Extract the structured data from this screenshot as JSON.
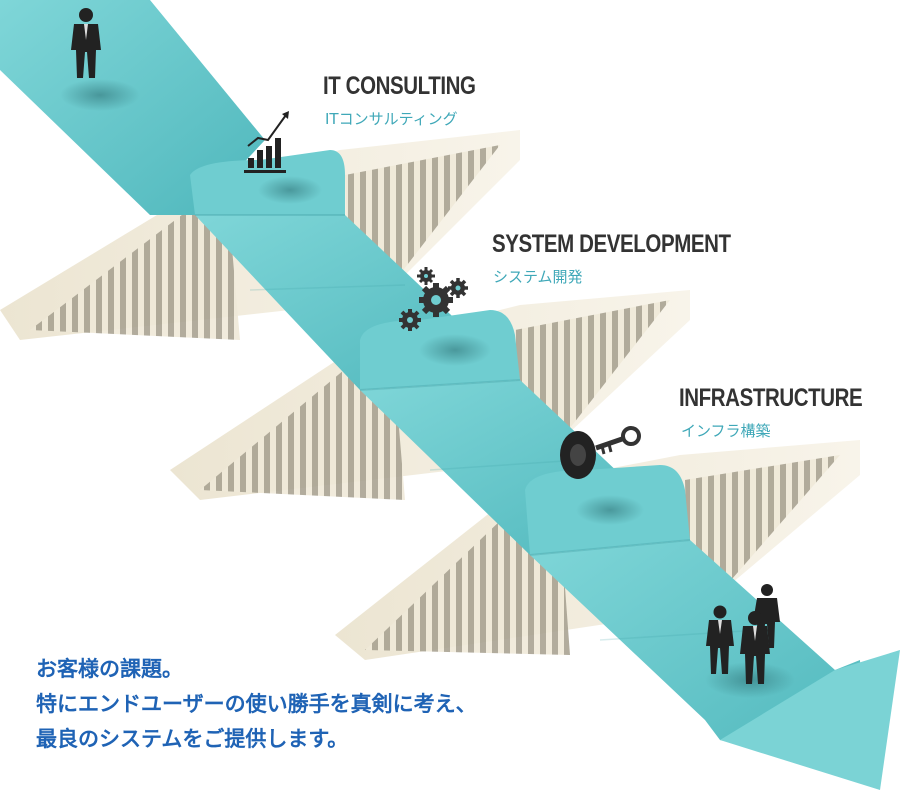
{
  "stages": [
    {
      "title": "IT CONSULTING",
      "subtitle": "ITコンサルティング",
      "icon": "bar-chart-icon"
    },
    {
      "title": "SYSTEM DEVELOPMENT",
      "subtitle": "システム開発",
      "icon": "gears-icon"
    },
    {
      "title": "INFRASTRUCTURE",
      "subtitle": "インフラ構築",
      "icon": "lock-key-icon"
    }
  ],
  "tagline": {
    "line1": "お客様の課題。",
    "line2": "特にエンドユーザーの使い勝手を真剣に考え、",
    "line3": "最良のシステムをご提供します。"
  },
  "colors": {
    "ribbon": "#5cc3c7",
    "ribbon_dark": "#3e9ea3",
    "ramp": "#f5efdf",
    "stripe": "#a9a392",
    "heading": "#333333",
    "subheading": "#3fa8b8",
    "tagline": "#1f63b5"
  }
}
